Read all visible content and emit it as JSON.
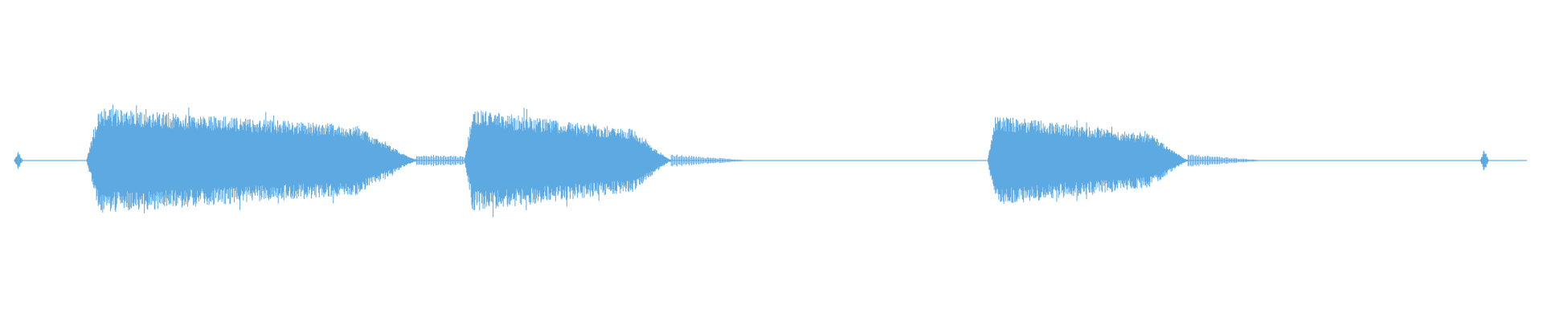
{
  "waveform": {
    "color": "#5DA9E1",
    "background": "#ffffff",
    "segments": [
      {
        "name": "burst-1",
        "start": 0.056,
        "end": 0.27,
        "peak": 0.74,
        "decay": 0.42
      },
      {
        "name": "burst-2",
        "start": 0.301,
        "end": 0.435,
        "peak": 0.72,
        "decay": 0.48
      },
      {
        "name": "burst-3",
        "start": 0.64,
        "end": 0.77,
        "peak": 0.64,
        "decay": 0.52
      }
    ],
    "clicks": [
      {
        "name": "click-start",
        "position": 0.012,
        "peak": 0.13
      },
      {
        "name": "click-end",
        "position": 0.962,
        "peak": 0.18
      }
    ]
  }
}
